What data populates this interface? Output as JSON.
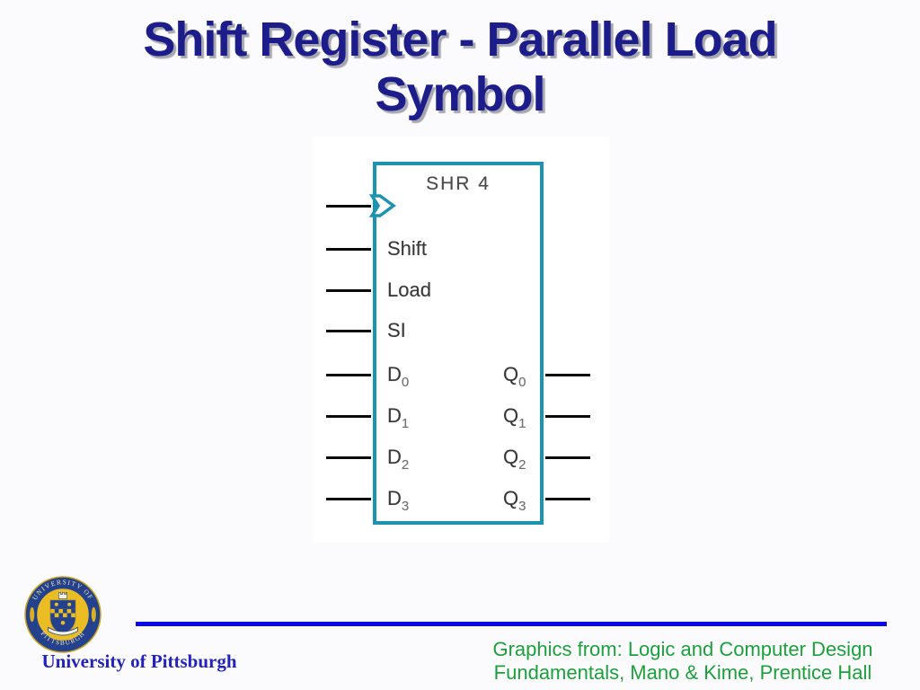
{
  "title": {
    "line1": "Shift Register - Parallel Load",
    "line2": "Symbol"
  },
  "diagram": {
    "chip_label": "SHR 4",
    "control_pins": [
      {
        "label": "Shift"
      },
      {
        "label": "Load"
      },
      {
        "label": "SI"
      }
    ],
    "data_pins": [
      {
        "in_base": "D",
        "in_sub": "0",
        "out_base": "Q",
        "out_sub": "0"
      },
      {
        "in_base": "D",
        "in_sub": "1",
        "out_base": "Q",
        "out_sub": "1"
      },
      {
        "in_base": "D",
        "in_sub": "2",
        "out_base": "Q",
        "out_sub": "2"
      },
      {
        "in_base": "D",
        "in_sub": "3",
        "out_base": "Q",
        "out_sub": "3"
      }
    ]
  },
  "footer": {
    "organization": "University of Pittsburgh",
    "credit_line1": "Graphics from: Logic and Computer Design",
    "credit_line2": "Fundamentals, Mano & Kime, Prentice Hall"
  },
  "logo": {
    "arc_top": "UNIVERSITY OF",
    "arc_bottom": "PITTSBURGH"
  },
  "colors": {
    "title-navy": "#1c1c8a",
    "title-shadow": "#a6a6b0",
    "chip-teal": "#1d93b2",
    "divider-blue": "#0a0ae8",
    "credit-green": "#1ca03c",
    "pitt-blue": "#2323bb",
    "diagram-ink": "#383838"
  }
}
